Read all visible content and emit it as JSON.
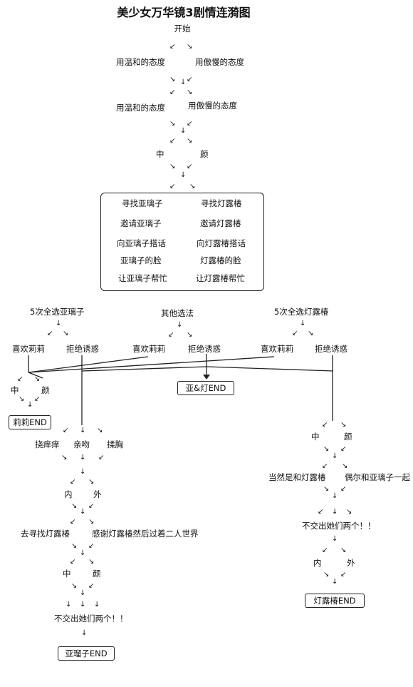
{
  "title": "美少女万华镜3剧情连漪图",
  "start": "开始",
  "q1": {
    "left": "用温和的态度",
    "right": "用傲慢的态度"
  },
  "q2": {
    "left": "用温和的态度",
    "right": "用傲慢的态度"
  },
  "q3": {
    "left": "中",
    "right": "颜"
  },
  "choice_box": {
    "left": [
      "寻找亚璃子",
      "邀请亚璃子",
      "向亚璃子搭话",
      "亚璃子的脸",
      "让亚璃子帮忙"
    ],
    "right": [
      "寻找灯露椿",
      "邀请灯露椿",
      "向灯露椿搭话",
      "灯露椿的脸",
      "让灯露椿帮忙"
    ]
  },
  "routes": {
    "arisu": "5次全选亚璃子",
    "other": "其他选法",
    "tsuyu": "5次全选灯露椿"
  },
  "like": "喜欢莉莉",
  "refuse": "拒绝诱惑",
  "lily_pick": {
    "left": "中",
    "right": "颜"
  },
  "ends": {
    "lily": "莉莉END",
    "both": "亚&灯END",
    "arisu": "亚瑠子END",
    "tsuyu": "灯露椿END"
  },
  "arisu_route": {
    "q1": [
      "挠痒痒",
      "亲吻",
      "揉胸"
    ],
    "q2": {
      "left": "内",
      "right": "外"
    },
    "q3": {
      "left": "去寻找灯露椿",
      "right": "感谢灯露椿然后过着二人世界"
    },
    "q4": {
      "left": "中",
      "right": "颜"
    },
    "final": "不交出她们两个！！"
  },
  "tsuyu_route": {
    "q1": {
      "left": "中",
      "right": "颜"
    },
    "q2": {
      "left": "当然是和灯露椿",
      "right": "偶尔和亚璃子一起"
    },
    "q3": "不交出她们两个！！",
    "q4": {
      "left": "内",
      "right": "外"
    }
  }
}
